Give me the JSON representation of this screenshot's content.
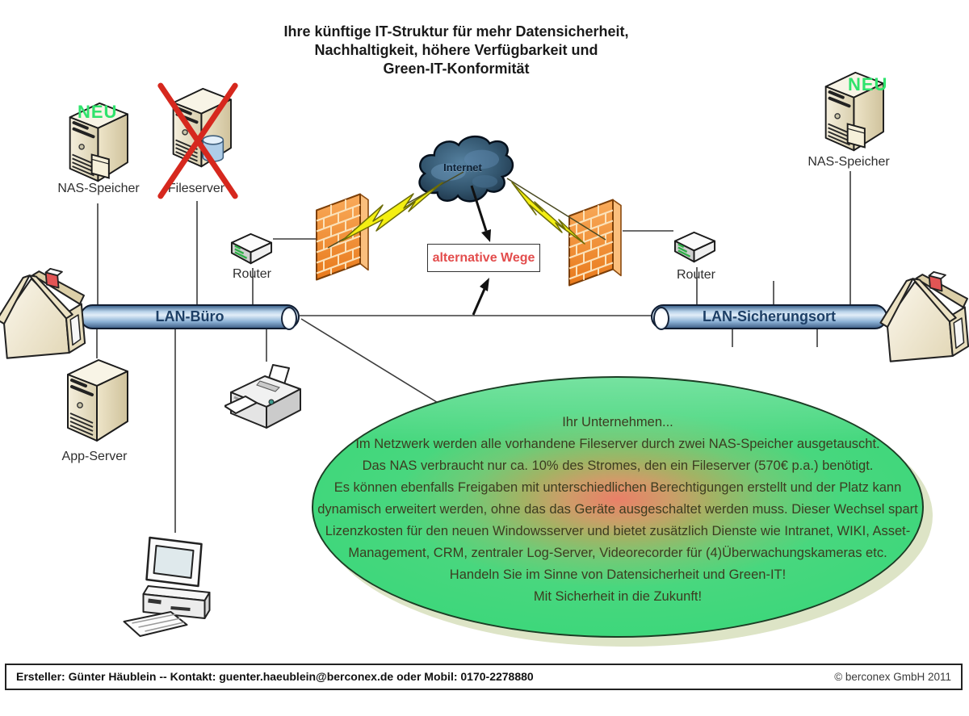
{
  "title": {
    "lines": [
      "Ihre künftige IT-Struktur für mehr Datensicherheit,",
      "Nachhaltigkeit, höhere Verfügbarkeit und",
      "Green-IT-Konformität"
    ]
  },
  "nodes": {
    "nas_left": {
      "label": "NAS-Speicher",
      "badge": "NEU"
    },
    "fileserver": {
      "label": "Fileserver",
      "status": "crossed-out"
    },
    "router_left": {
      "label": "Router"
    },
    "router_right": {
      "label": "Router"
    },
    "internet": {
      "label": "Internet"
    },
    "app_server": {
      "label": "App-Server"
    },
    "nas_right": {
      "label": "NAS-Speicher",
      "badge": "NEU"
    }
  },
  "buses": {
    "office": "LAN-Büro",
    "backup": "LAN-Sicherungsort"
  },
  "callout": {
    "alternative": "alternative Wege"
  },
  "bubble": {
    "lines": [
      "Ihr Unternehmen...",
      "Im Netzwerk werden alle vorhandene Fileserver durch zwei NAS-Speicher ausgetauscht.",
      "Das NAS verbraucht nur ca. 10% des Stromes, den ein Fileserver (570€ p.a.) benötigt.",
      "Es können ebenfalls Freigaben mit unterschiedlichen Berechtigungen erstellt und der Platz kann",
      "dynamisch erweitert werden, ohne das das Geräte ausgeschaltet werden muss. Dieser Wechsel spart",
      "Lizenzkosten für den neuen Windowsserver und bietet zusätzlich Dienste wie Intranet, WIKI, Asset-",
      "Management, CRM, zentraler Log-Server, Videorecorder für (4)Überwachungskameras etc.",
      "Handeln Sie im Sinne von Datensicherheit und Green-IT!",
      "Mit Sicherheit in die Zukunft!"
    ]
  },
  "footer": {
    "left": "Ersteller: Günter Häublein  -- Kontakt: guenter.haeublein@berconex.de oder Mobil: 0170-2278880",
    "right": "© berconex GmbH 2011"
  },
  "icons": {
    "server_tower": "server-tower-icon",
    "folder": "folder-icon",
    "database": "database-cylinder-icon",
    "router": "router-icon",
    "firewall": "brick-wall-firewall-icon",
    "cloud": "internet-cloud-icon",
    "lightning": "lightning-bolt-icon",
    "house": "house-icon",
    "printer": "printer-icon",
    "workstation": "desktop-computer-icon",
    "cross": "red-cross-icon"
  },
  "colors": {
    "title_black": "#1a1a1a",
    "neu_green": "#2fe36c",
    "cross_red": "#d6281e",
    "alt_red": "#e34d4d",
    "lightning_yellow": "#f4ef12",
    "firewall_orange": "#ef8c33",
    "cloud_navy": "#24425e",
    "pill_blue": "#8db2d6",
    "bubble_green": "#3ed77b",
    "bubble_center": "#ea7f68",
    "bubble_text": "#3c3c20",
    "line_gray": "#3c3c3c"
  }
}
